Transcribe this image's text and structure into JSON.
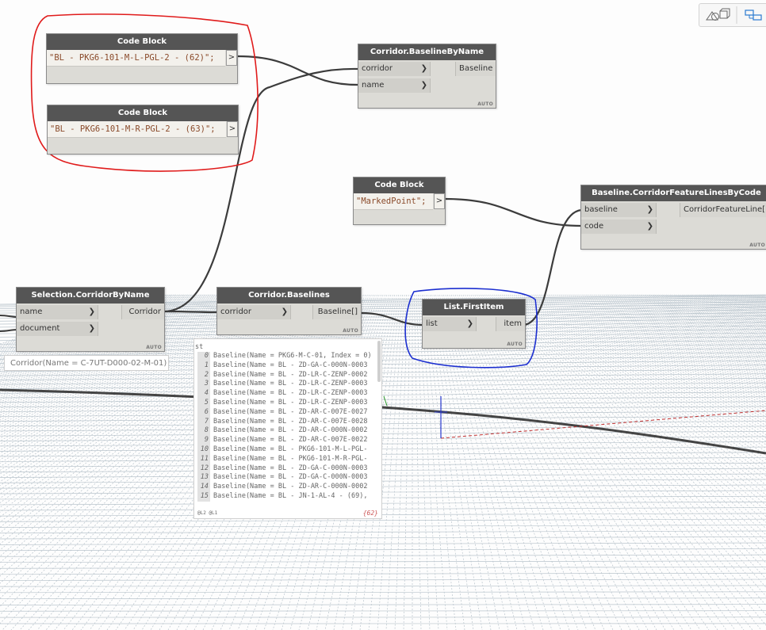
{
  "nodes": {
    "code_block_1": {
      "title": "Code Block",
      "code": "\"BL - PKG6-101-M-L-PGL-2 - (62)\";",
      "out": ">"
    },
    "code_block_2": {
      "title": "Code Block",
      "code": "\"BL - PKG6-101-M-R-PGL-2 - (63)\";",
      "out": ">"
    },
    "code_block_3": {
      "title": "Code Block",
      "code": "\"MarkedPoint\";",
      "out": ">"
    },
    "baseline_by_name": {
      "title": "Corridor.BaselineByName",
      "in1": "corridor",
      "in2": "name",
      "out": "Baseline",
      "auto": "AUTO"
    },
    "feature_lines": {
      "title": "Baseline.CorridorFeatureLinesByCode",
      "in1": "baseline",
      "in2": "code",
      "out": "CorridorFeatureLine[]",
      "auto": "AUTO"
    },
    "corridor_by_name": {
      "title": "Selection.CorridorByName",
      "in1": "name",
      "in2": "document",
      "out": "Corridor",
      "auto": "AUTO"
    },
    "corridor_baselines": {
      "title": "Corridor.Baselines",
      "in1": "corridor",
      "out": "Baseline[]",
      "auto": "AUTO"
    },
    "first_item": {
      "title": "List.FirstItem",
      "in1": "list",
      "out": "item",
      "auto": "AUTO"
    }
  },
  "corridor_preview": "Corridor(Name = C-7UT-D000-02-M-01)",
  "watch": {
    "header": "st",
    "rows": [
      {
        "i": "0",
        "t": "Baseline(Name = PKG6-M-C-01, Index = 0)"
      },
      {
        "i": "1",
        "t": "Baseline(Name = BL - ZD-GA-C-000N-0003"
      },
      {
        "i": "2",
        "t": "Baseline(Name = BL - ZD-LR-C-ZENP-0002"
      },
      {
        "i": "3",
        "t": "Baseline(Name = BL - ZD-LR-C-ZENP-0003"
      },
      {
        "i": "4",
        "t": "Baseline(Name = BL - ZD-LR-C-ZENP-0003"
      },
      {
        "i": "5",
        "t": "Baseline(Name = BL - ZD-LR-C-ZENP-0003"
      },
      {
        "i": "6",
        "t": "Baseline(Name = BL - ZD-AR-C-007E-0027"
      },
      {
        "i": "7",
        "t": "Baseline(Name = BL - ZD-AR-C-007E-0028"
      },
      {
        "i": "8",
        "t": "Baseline(Name = BL - ZD-AR-C-000N-0002"
      },
      {
        "i": "9",
        "t": "Baseline(Name = BL - ZD-AR-C-007E-0022"
      },
      {
        "i": "10",
        "t": "Baseline(Name = BL - PKG6-101-M-L-PGL-"
      },
      {
        "i": "11",
        "t": "Baseline(Name = BL - PKG6-101-M-R-PGL-"
      },
      {
        "i": "12",
        "t": "Baseline(Name = BL - ZD-GA-C-000N-0003"
      },
      {
        "i": "13",
        "t": "Baseline(Name = BL - ZD-GA-C-000N-0003"
      },
      {
        "i": "14",
        "t": "Baseline(Name = BL - ZD-AR-C-000N-0002"
      },
      {
        "i": "15",
        "t": "Baseline(Name = BL - JN-1-AL-4 - (69),"
      }
    ],
    "levels": "@L2 @L1",
    "count": "{62}"
  },
  "colors": {
    "header": "#555555",
    "node_body": "#dcdbd6",
    "wire": "#3a3a3a",
    "highlight_red": "#e01b1b",
    "highlight_blue": "#1c2fd0",
    "grid": "#b9c4cc"
  },
  "icons": [
    "3d-view-icon",
    "graph-view-icon"
  ]
}
